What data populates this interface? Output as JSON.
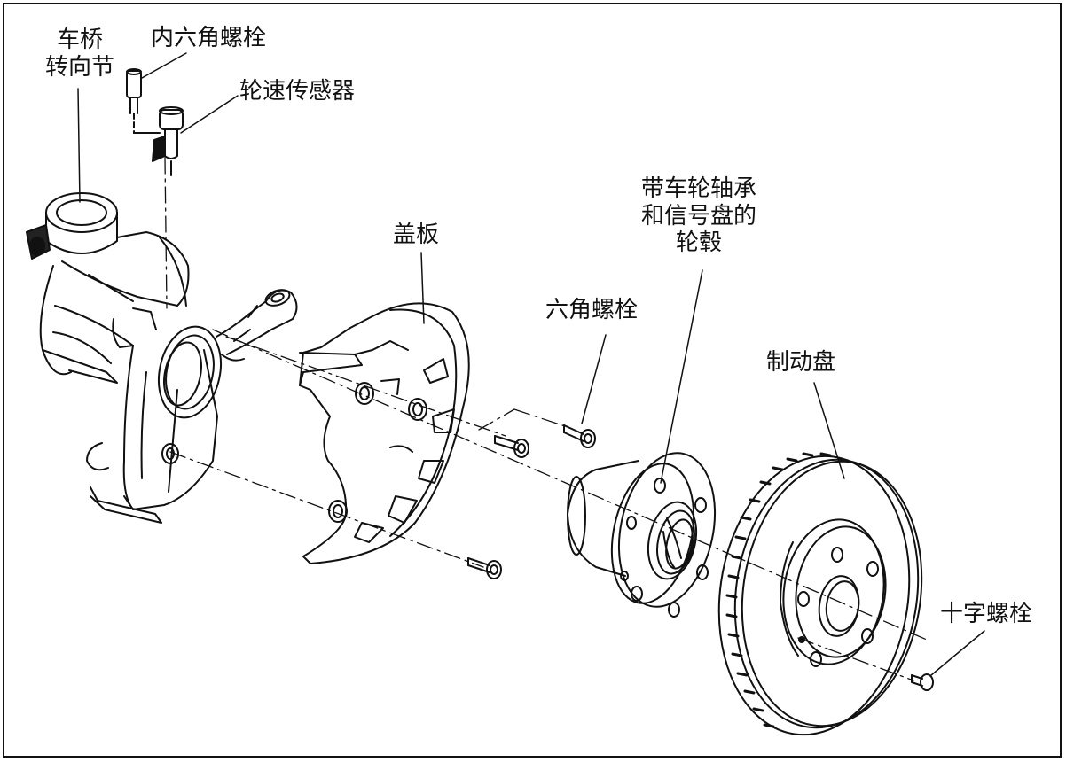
{
  "labels": {
    "knuckle_line1": "车桥",
    "knuckle_line2": "转向节",
    "hex_socket_bolt": "内六角螺栓",
    "wheel_speed_sensor": "轮速传感器",
    "cover_plate": "盖板",
    "hub_line1": "带车轮轴承",
    "hub_line2": "和信号盘的",
    "hub_line3": "轮毂",
    "hex_bolt": "六角螺栓",
    "brake_disc": "制动盘",
    "cross_screw": "十字螺栓"
  },
  "colors": {
    "ink": "#111111",
    "paper": "#ffffff"
  }
}
